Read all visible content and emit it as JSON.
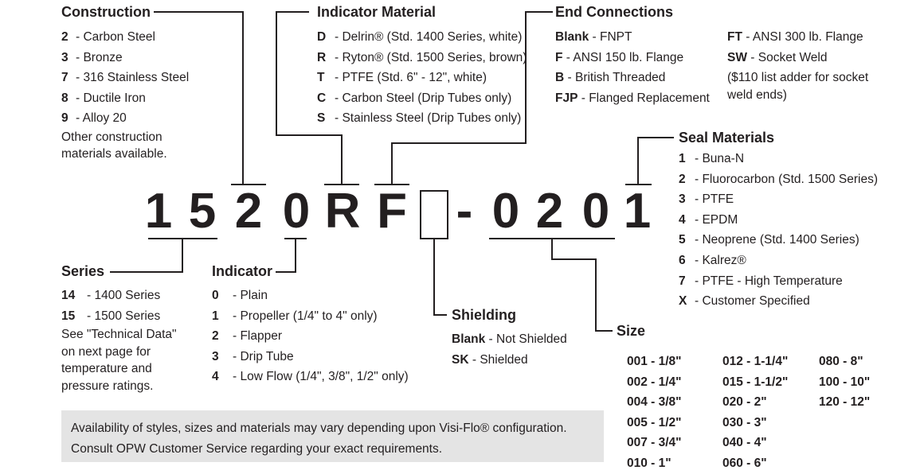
{
  "construction": {
    "title": "Construction",
    "items": [
      {
        "code": "2",
        "desc": "- Carbon Steel"
      },
      {
        "code": "3",
        "desc": "- Bronze"
      },
      {
        "code": "7",
        "desc": "- 316 Stainless Steel"
      },
      {
        "code": "8",
        "desc": "- Ductile Iron"
      },
      {
        "code": "9",
        "desc": "- Alloy 20"
      }
    ],
    "note_line1": "Other construction",
    "note_line2": "materials available."
  },
  "indicator_material": {
    "title": "Indicator Material",
    "items": [
      {
        "code": "D",
        "desc": "- Delrin® (Std. 1400 Series, white)"
      },
      {
        "code": "R",
        "desc": "- Ryton® (Std. 1500 Series, brown)"
      },
      {
        "code": "T",
        "desc": "- PTFE (Std. 6\" - 12\", white)"
      },
      {
        "code": "C",
        "desc": "- Carbon Steel (Drip Tubes only)"
      },
      {
        "code": "S",
        "desc": "- Stainless Steel (Drip Tubes only)"
      }
    ]
  },
  "end_connections": {
    "title": "End Connections",
    "items_left": [
      {
        "code": "Blank",
        "desc": "- FNPT"
      },
      {
        "code": "F",
        "desc": "- ANSI 150 lb. Flange"
      },
      {
        "code": "B",
        "desc": "- British Threaded"
      },
      {
        "code": "FJP",
        "desc": "- Flanged Replacement"
      }
    ],
    "items_right": [
      {
        "code": "FT",
        "desc": "- ANSI 300 lb. Flange"
      },
      {
        "code": "SW",
        "desc": "- Socket Weld"
      }
    ],
    "note_line1": "($110 list adder for socket",
    "note_line2": "weld ends)"
  },
  "seal_materials": {
    "title": "Seal Materials",
    "items": [
      {
        "code": "1",
        "desc": "- Buna-N"
      },
      {
        "code": "2",
        "desc": "- Fluorocarbon (Std. 1500 Series)"
      },
      {
        "code": "3",
        "desc": "- PTFE"
      },
      {
        "code": "4",
        "desc": "- EPDM"
      },
      {
        "code": "5",
        "desc": "- Neoprene (Std. 1400 Series)"
      },
      {
        "code": "6",
        "desc": "- Kalrez®"
      },
      {
        "code": "7",
        "desc": "- PTFE - High Temperature"
      },
      {
        "code": "X",
        "desc": "- Customer Specified"
      }
    ]
  },
  "part_code": {
    "chars": [
      "1",
      "5",
      "2",
      "0",
      "R",
      "F",
      "",
      "-",
      "0",
      "2",
      "0",
      "1"
    ]
  },
  "series": {
    "title": "Series",
    "items": [
      {
        "code": "14",
        "desc": "- 1400 Series"
      },
      {
        "code": "15",
        "desc": "- 1500 Series"
      }
    ],
    "note_lines": [
      "See \"Technical Data\"",
      "on next page for",
      "temperature and",
      "pressure ratings."
    ]
  },
  "indicator": {
    "title": "Indicator",
    "items": [
      {
        "code": "0",
        "desc": "- Plain"
      },
      {
        "code": "1",
        "desc": "- Propeller (1/4\" to 4\" only)"
      },
      {
        "code": "2",
        "desc": "- Flapper"
      },
      {
        "code": "3",
        "desc": "- Drip Tube"
      },
      {
        "code": "4",
        "desc": "- Low Flow (1/4\", 3/8\", 1/2\" only)"
      }
    ]
  },
  "shielding": {
    "title": "Shielding",
    "items": [
      {
        "code": "Blank",
        "desc": "- Not Shielded"
      },
      {
        "code": "SK",
        "desc": "- Shielded"
      }
    ]
  },
  "size": {
    "title": "Size",
    "col1": [
      "001 - 1/8\"",
      "002 - 1/4\"",
      "004 - 3/8\"",
      "005 - 1/2\"",
      "007 - 3/4\"",
      "010 - 1\""
    ],
    "col2": [
      "012 - 1-1/4\"",
      "015 - 1-1/2\"",
      "020 - 2\"",
      "030 - 3\"",
      "040 - 4\"",
      "060 - 6\""
    ],
    "col3": [
      "080 - 8\"",
      "100 - 10\"",
      "120 - 12\""
    ]
  },
  "availability_note": {
    "line1": "Availability of styles, sizes and materials may vary depending upon Visi-Flo® configuration.",
    "line2": "Consult OPW Customer Service regarding your exact requirements."
  }
}
